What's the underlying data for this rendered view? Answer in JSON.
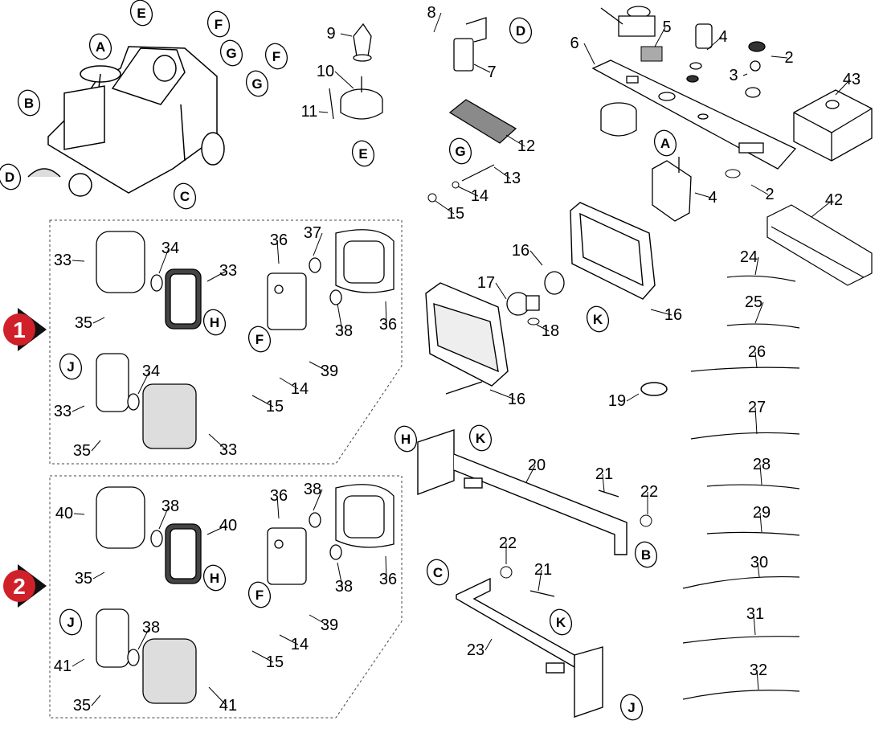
{
  "groups": [
    {
      "badge": "1",
      "color": "#d0202a"
    },
    {
      "badge": "2",
      "color": "#d0202a"
    }
  ],
  "part_numbers": [
    "2",
    "3",
    "4",
    "5",
    "6",
    "7",
    "8",
    "9",
    "10",
    "11",
    "12",
    "13",
    "14",
    "15",
    "16",
    "17",
    "18",
    "19",
    "20",
    "21",
    "22",
    "23",
    "24",
    "25",
    "26",
    "27",
    "28",
    "29",
    "30",
    "31",
    "32",
    "33",
    "34",
    "35",
    "36",
    "37",
    "38",
    "39",
    "40",
    "41",
    "42",
    "43"
  ],
  "reference_letters": [
    "A",
    "B",
    "C",
    "D",
    "E",
    "F",
    "G",
    "H",
    "J",
    "K"
  ]
}
